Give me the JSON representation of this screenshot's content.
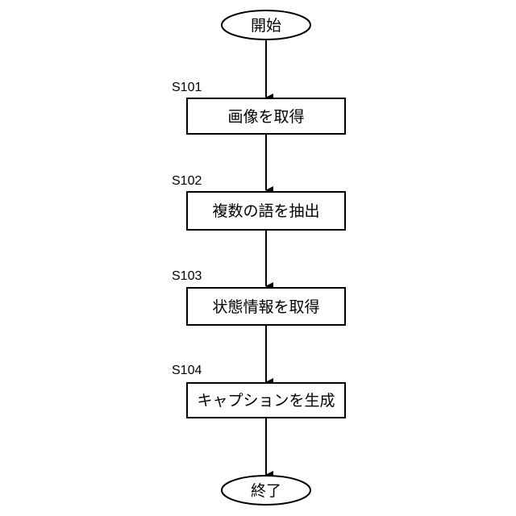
{
  "flowchart": {
    "start": {
      "label": "開始"
    },
    "steps": [
      {
        "id": "S101",
        "label": "画像を取得"
      },
      {
        "id": "S102",
        "label": "複数の語を抽出"
      },
      {
        "id": "S103",
        "label": "状態情報を取得"
      },
      {
        "id": "S104",
        "label": "キャプションを生成"
      }
    ],
    "end": {
      "label": "終了"
    }
  },
  "colors": {
    "stroke": "#000000",
    "fill": "#ffffff"
  }
}
